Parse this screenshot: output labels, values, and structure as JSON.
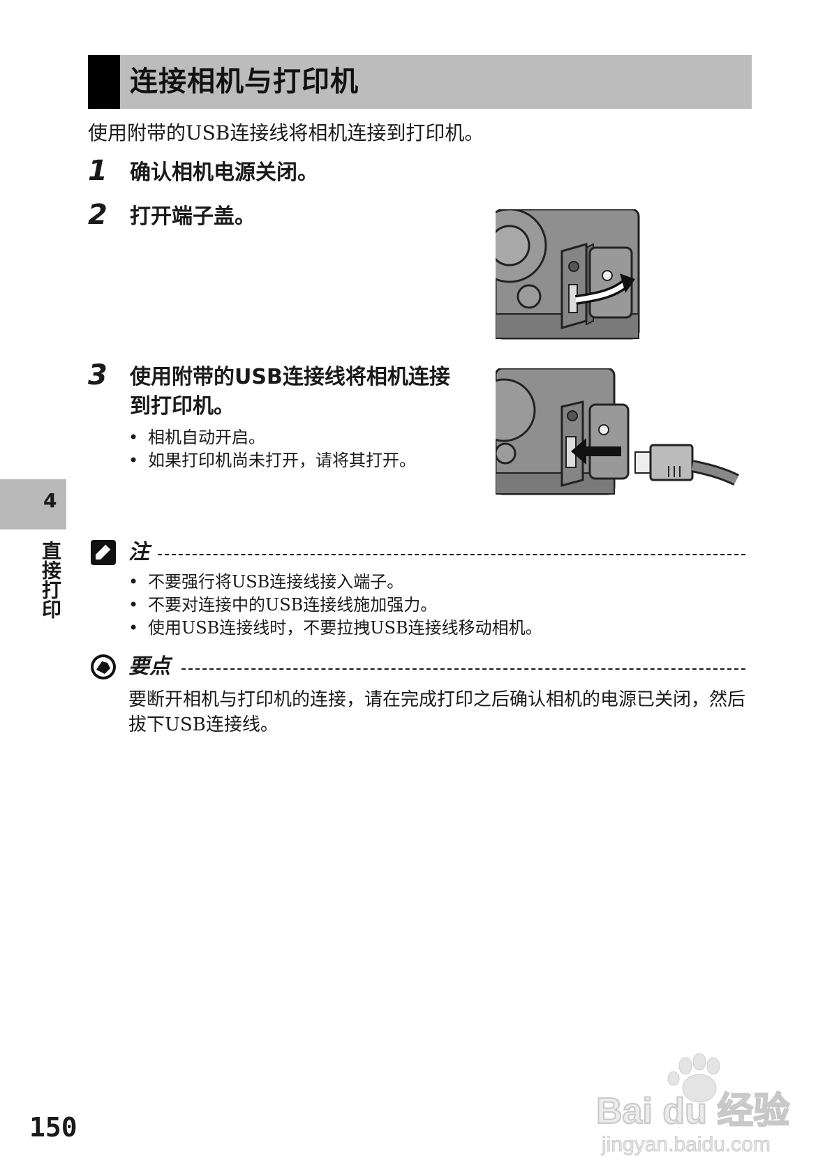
{
  "title": "连接相机与打印机",
  "intro": "使用附带的USB连接线将相机连接到打印机。",
  "steps": [
    {
      "num": "1",
      "text": "确认相机电源关闭。"
    },
    {
      "num": "2",
      "text": "打开端子盖。"
    },
    {
      "num": "3",
      "line1": "使用附带的USB连接线将相机连接",
      "line2": "到打印机。",
      "bullets": [
        "相机自动开启。",
        "如果打印机尚未打开，请将其打开。"
      ]
    }
  ],
  "note": {
    "label": "注",
    "bullets": [
      "不要强行将USB连接线接入端子。",
      "不要对连接中的USB连接线施加强力。",
      "使用USB连接线时，不要拉拽USB连接线移动相机。"
    ]
  },
  "memo": {
    "label": "要点",
    "text": "要断开相机与打印机的连接，请在完成打印之后确认相机的电源已关闭，然后拔下USB连接线。"
  },
  "side_tab": {
    "chapter": "4",
    "label": "直接打印"
  },
  "page_number": "150",
  "watermark": {
    "brand": "Bai du 经验",
    "url": "jingyan.baidu.com"
  },
  "icons": {
    "note": "pencil-note-icon",
    "memo": "tip-hand-icon"
  }
}
